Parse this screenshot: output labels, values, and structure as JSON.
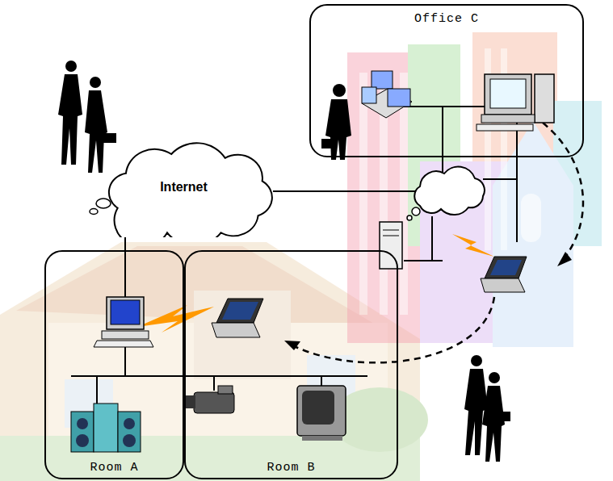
{
  "diagram": {
    "nodes": [
      {
        "text": [
          "Office C"
        ]
      },
      {
        "text": [
          "Internet"
        ]
      },
      {
        "text": [
          "Room A"
        ]
      },
      {
        "text": [
          "Room B"
        ]
      }
    ],
    "edges": [
      {
        "from": 1,
        "to": 2,
        "arrow": "none"
      }
    ]
  }
}
